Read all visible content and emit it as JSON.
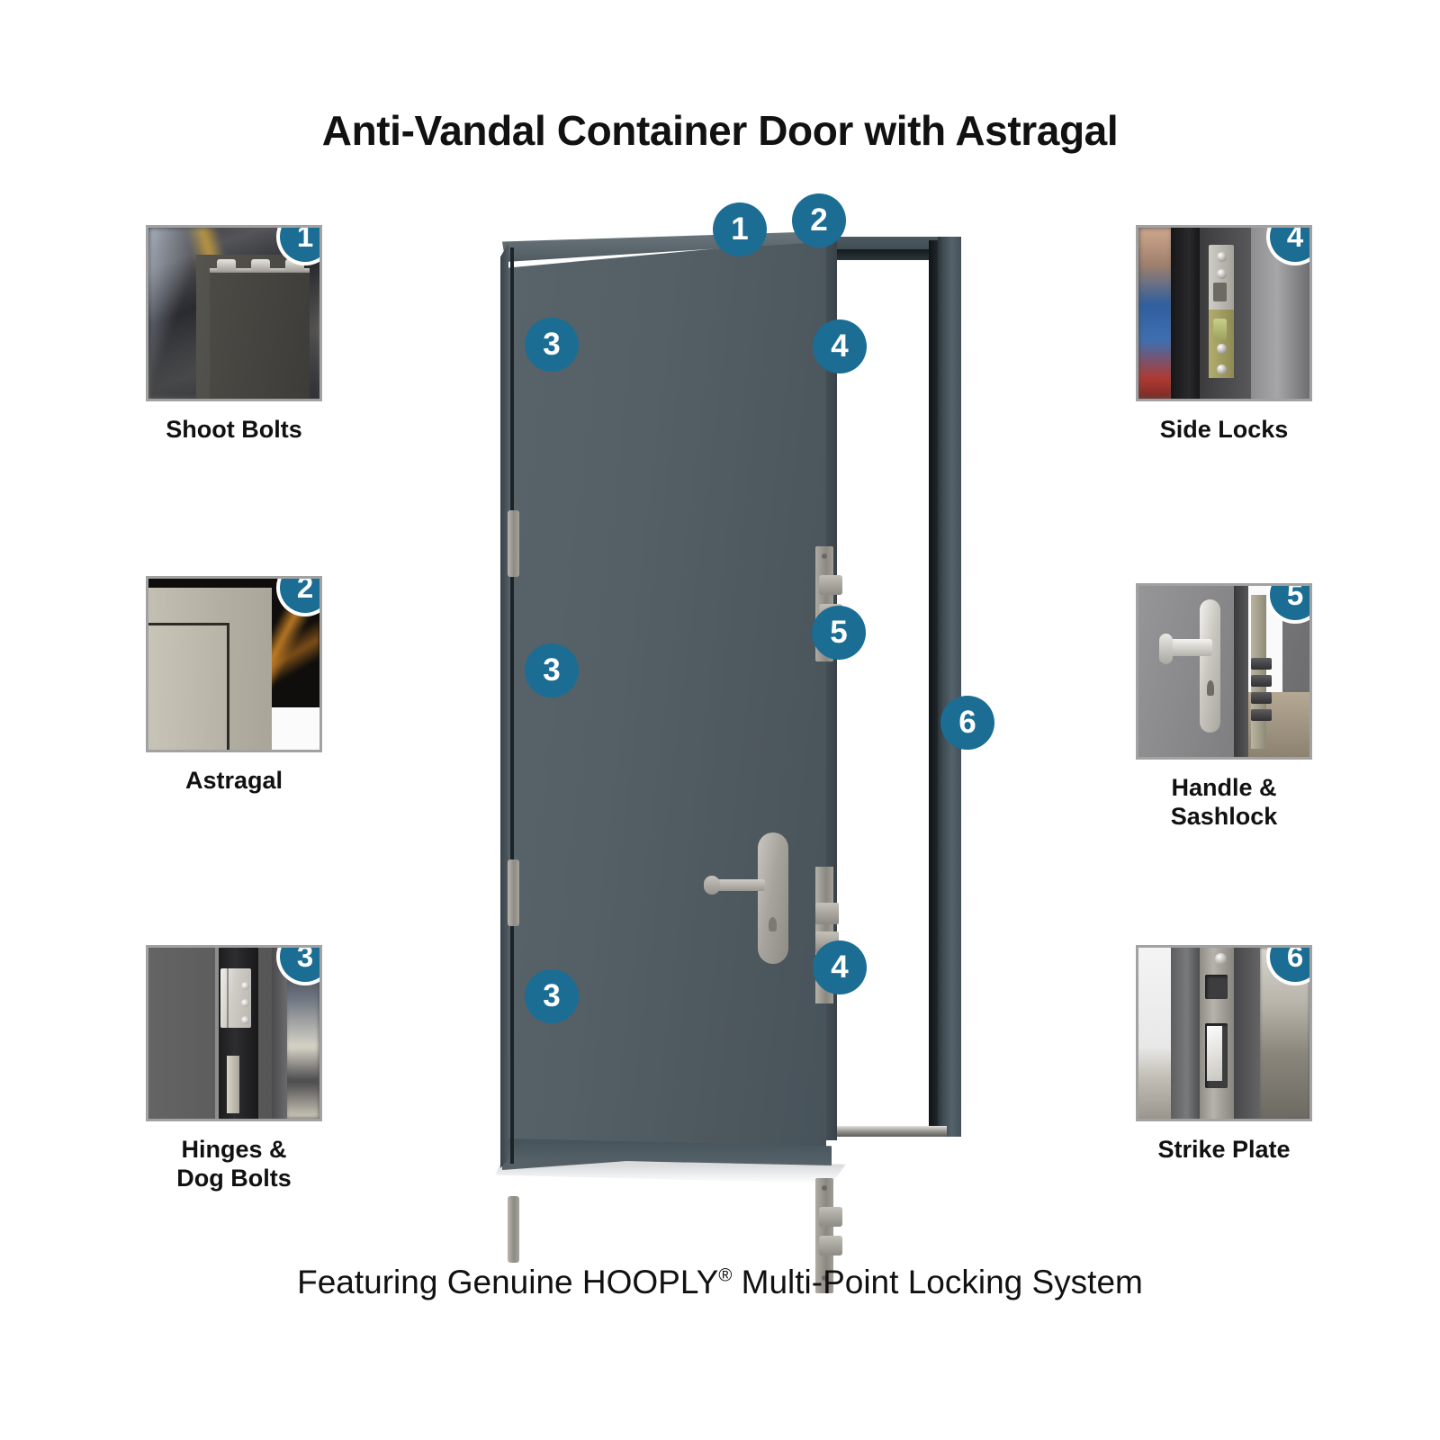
{
  "page": {
    "title": "Anti-Vandal Container Door with Astragal",
    "caption_prefix": "Featuring Genuine HOOPLY",
    "caption_mark": "®",
    "caption_suffix": " Multi-Point Locking System",
    "accent_color": "#1b6d94",
    "door_color": "#566166",
    "badge_text_color": "#ffffff",
    "thumb_border_color": "#a2a2a2",
    "background_color": "#ffffff"
  },
  "features_left": [
    {
      "number": "1",
      "label": "Shoot Bolts",
      "photo": "shoot-bolts-photo"
    },
    {
      "number": "2",
      "label": "Astragal",
      "photo": "astragal-photo"
    },
    {
      "number": "3",
      "label_line1": "Hinges &",
      "label_line2": "Dog Bolts",
      "photo": "hinges-dog-bolts-photo"
    }
  ],
  "features_right": [
    {
      "number": "4",
      "label": "Side Locks",
      "photo": "side-locks-photo"
    },
    {
      "number": "5",
      "label_line1": "Handle &",
      "label_line2": "Sashlock",
      "photo": "handle-sashlock-photo"
    },
    {
      "number": "6",
      "label": "Strike Plate",
      "photo": "strike-plate-photo"
    }
  ],
  "door_callouts": [
    {
      "number": "1",
      "target": "door-top-edge"
    },
    {
      "number": "2",
      "target": "astragal-top-corner"
    },
    {
      "number": "3",
      "target": "shoot-bolt-top"
    },
    {
      "number": "3",
      "target": "shoot-bolt-middle"
    },
    {
      "number": "3",
      "target": "shoot-bolt-bottom"
    },
    {
      "number": "4",
      "target": "hinge-top"
    },
    {
      "number": "4",
      "target": "hinge-bottom"
    },
    {
      "number": "5",
      "target": "multipoint-lock"
    },
    {
      "number": "6",
      "target": "strike-plate-jamb"
    }
  ]
}
